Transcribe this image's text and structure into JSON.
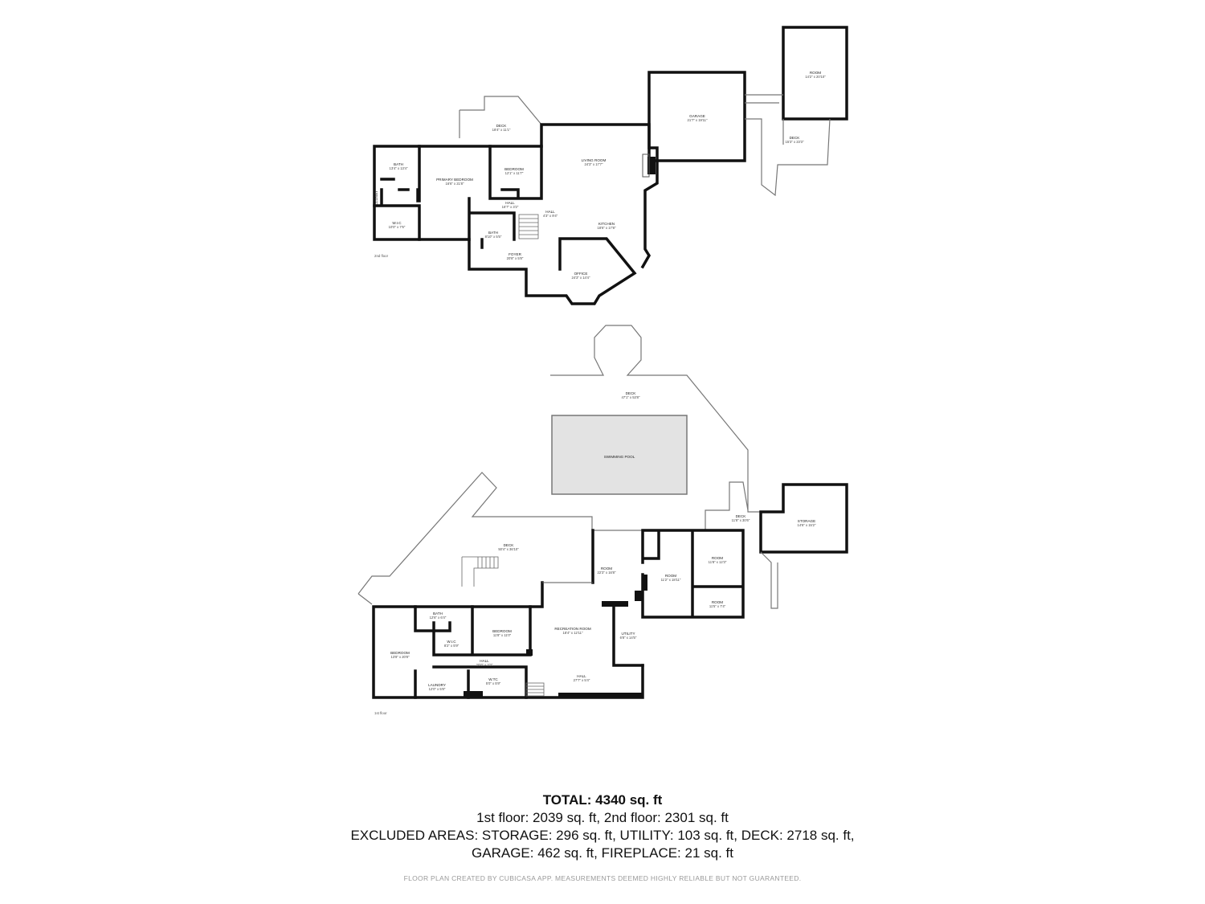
{
  "floor_labels": {
    "upper": "2nd floor",
    "lower": "1st floor"
  },
  "rooms_upper": {
    "deck_top": {
      "name": "DECK",
      "dim": "18'4\" x 11'1\""
    },
    "bath": {
      "name": "BATH",
      "dim": "13'4\" x 13'4\""
    },
    "primary": {
      "name": "PRIMARY BEDROOM",
      "dim": "16'6\" x 21'8\""
    },
    "bedroom": {
      "name": "BEDROOM",
      "dim": "12'1\" x 11'7\""
    },
    "living": {
      "name": "LIVING ROOM",
      "dim": "24'3\" x 17'7\""
    },
    "garage": {
      "name": "GARAGE",
      "dim": "21'7\" x 19'11\""
    },
    "room_top": {
      "name": "ROOM",
      "dim": "14'2\" x 20'10\""
    },
    "deck_right": {
      "name": "DECK",
      "dim": "15'3\" x 23'3\""
    },
    "closet": {
      "name": "CLOSET"
    },
    "hall1": {
      "name": "HALL",
      "dim": "16'7\" x 3'2\""
    },
    "hall2": {
      "name": "HALL",
      "dim": "4'3\" x 9'4\""
    },
    "wic": {
      "name": "W.I.C",
      "dim": "10'0\" x 7'6\""
    },
    "bath2": {
      "name": "BATH",
      "dim": "8'10\" x 5'5\""
    },
    "kitchen": {
      "name": "KITCHEN",
      "dim": "18'6\" x 17'8\""
    },
    "foyer": {
      "name": "FOYER",
      "dim": "20'8\" x 5'8\""
    },
    "office": {
      "name": "OFFICE",
      "dim": "24'3\" x 14'4\""
    }
  },
  "rooms_lower": {
    "deck_big": {
      "name": "DECK",
      "dim": "47'1\" x 53'8\""
    },
    "pool": {
      "name": "SWIMMING POOL"
    },
    "deck_side": {
      "name": "DECK",
      "dim": "11'8\" x 30'6\""
    },
    "storage": {
      "name": "STORAGE",
      "dim": "14'6\" x 15'2\""
    },
    "deck_mid": {
      "name": "DECK",
      "dim": "50'4\" x 36'10\""
    },
    "room_a": {
      "name": "ROOM",
      "dim": "22'3\" x 16'8\""
    },
    "room_b": {
      "name": "ROOM",
      "dim": "11'2\" x 18'11\""
    },
    "room_c": {
      "name": "ROOM",
      "dim": "11'8\" x 12'3\""
    },
    "room_d": {
      "name": "ROOM",
      "dim": "11'5\" x 7'4\""
    },
    "bath": {
      "name": "BATH",
      "dim": "12'6\" x 6'4\""
    },
    "wic": {
      "name": "W.I.C",
      "dim": "8'2\" x 5'9\""
    },
    "bedroom1": {
      "name": "BEDROOM",
      "dim": "11'8\" x 11'0\""
    },
    "bedroom2": {
      "name": "BEDROOM",
      "dim": "13'8\" x 20'8\""
    },
    "recreation": {
      "name": "RECREATION ROOM",
      "dim": "18'4\" x 12'11\""
    },
    "utility": {
      "name": "UTILITY",
      "dim": "6'8\" x 14'5\""
    },
    "hall1": {
      "name": "HALL",
      "dim": "20'0\" x 3'3\""
    },
    "hall2": {
      "name": "HALL",
      "dim": "27'7\" x 5'4\""
    },
    "laundry": {
      "name": "LAUNDRY",
      "dim": "12'0\" x 5'8\""
    },
    "wtc": {
      "name": "W.TC",
      "dim": "5'0\" x 5'9\""
    }
  },
  "summary": {
    "total": "TOTAL: 4340 sq. ft",
    "floors": "1st floor: 2039 sq. ft, 2nd floor: 2301 sq. ft",
    "excluded1": "EXCLUDED AREAS: STORAGE: 296 sq. ft, UTILITY: 103 sq. ft, DECK: 2718 sq. ft,",
    "excluded2": "GARAGE: 462 sq. ft, FIREPLACE: 21 sq. ft"
  },
  "disclaimer": "FLOOR PLAN CREATED BY CUBICASA APP. MEASUREMENTS DEEMED HIGHLY RELIABLE BUT NOT GUARANTEED."
}
